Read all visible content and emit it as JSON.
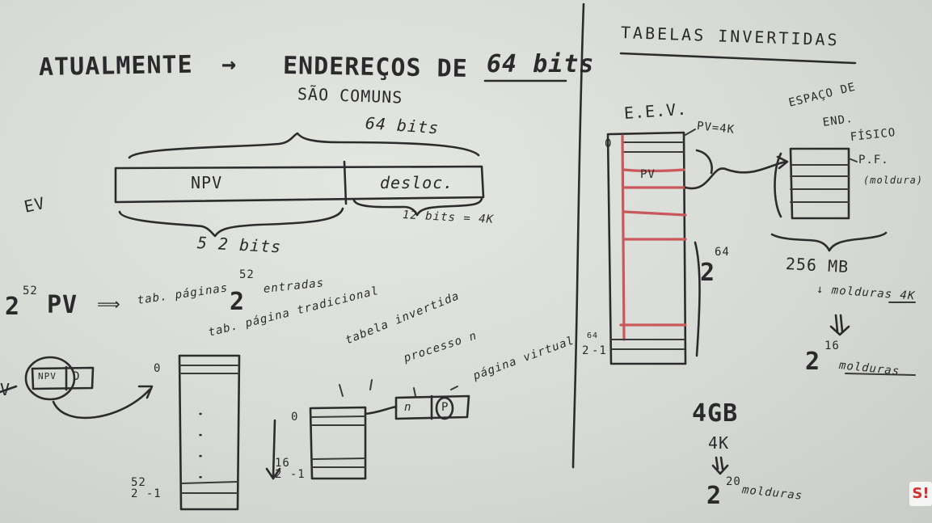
{
  "board": {
    "left": {
      "headline_1": "ATUALMENTE",
      "headline_arrow": "→",
      "headline_2": "ENDEREÇOS DE",
      "headline_3": "64 bits",
      "headline_sub": "SÃO COMUNS",
      "label_64_bits": "64 bits",
      "label_npv": "NPV",
      "label_desloc": "desloc.",
      "label_12_bits": "12 bits = 4K",
      "label_52_bits": "5 2 bits",
      "label_ev": "EV",
      "label_2": "2",
      "label_52_exp": "52",
      "label_pv": "PV",
      "label_arrow": "⟹",
      "label_tab_paginas": "tab. páginas",
      "label_2_entradas": "2",
      "label_52_exp2": "52",
      "label_entradas": "entradas",
      "label_tab_tradicional": "tab. página tradicional",
      "label_tabela_invertida": "tabela invertida",
      "label_processo_n": "processo n",
      "label_pagina_virtual": "página virtual",
      "label_v": "V",
      "label_npv_small": "NPV",
      "label_d": "D",
      "label_zero_1": "0",
      "label_zero_2": "0",
      "label_2_52_1": "52\n2 -1",
      "label_2_16_1": "16\n2 -1",
      "label_n": "n",
      "label_p": "P",
      "dots": "·  ·  ·  ·"
    },
    "right": {
      "title": "TABELAS INVERTIDAS",
      "label_eev": "E.E.V.",
      "label_pv_4k": "PV=4K",
      "label_zero": "0",
      "label_pv": "PV",
      "label_2_64": "2",
      "label_64_exp": "64",
      "label_2_64_1": "2",
      "label_64_exp_b": "64",
      "label_minus1": "-1",
      "label_espaco": "ESPAÇO DE",
      "label_end": "END.",
      "label_fisico": "FÍSICO",
      "label_pf": "P.F.",
      "label_moldura": "(moldura)",
      "label_256mb": "256 MB",
      "label_molduras_4k": "↓ molduras 4K",
      "label_2_16": "2",
      "label_16_exp": "16",
      "label_molduras_a": "molduras",
      "label_4gb": "4GB",
      "label_4k": "4K",
      "label_down": "⇓",
      "label_2_20": "2",
      "label_20_exp": "20",
      "label_molduras_b": "molduras"
    },
    "logo_text": "S!",
    "colors": {
      "board": "#dcdfdb",
      "ink": "#2c2c2e",
      "red_marker": "#c9585b",
      "logo": "#d2302c"
    }
  }
}
